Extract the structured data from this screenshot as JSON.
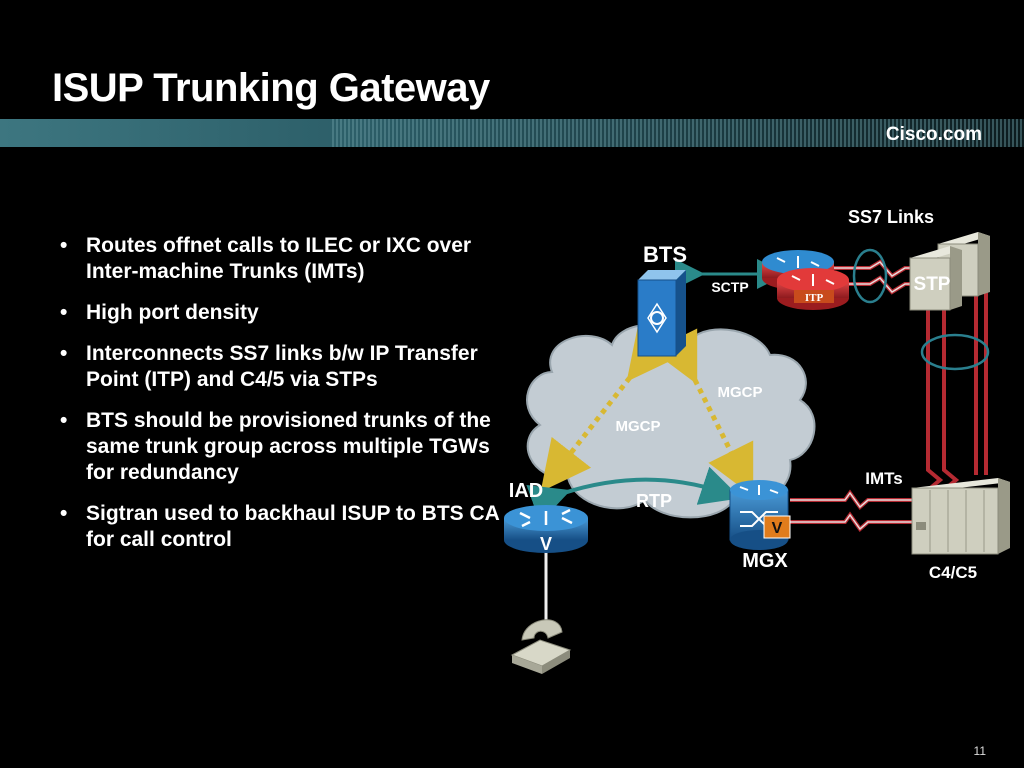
{
  "slide": {
    "title": "ISUP Trunking Gateway",
    "brand": "Cisco.com",
    "page_number": "11"
  },
  "bullets": [
    "Routes offnet calls to ILEC or IXC over Inter-machine Trunks (IMTs)",
    "High port density",
    "Interconnects SS7 links b/w IP Transfer Point (ITP) and C4/5 via STPs",
    "BTS should be provisioned trunks of the same trunk group across multiple TGWs for redundancy",
    "Sigtran used to backhaul ISUP to BTS CA for call control"
  ],
  "bullet_marker": "•",
  "diagram": {
    "labels": {
      "ss7_links": "SS7 Links",
      "bts": "BTS",
      "sctp": "SCTP",
      "itp": "ITP",
      "stp": "STP",
      "mgcp_left": "MGCP",
      "mgcp_right": "MGCP",
      "iad": "IAD",
      "rtp": "RTP",
      "mgx": "MGX",
      "imts": "IMTs",
      "c4c5": "C4/C5",
      "v_iad": "V",
      "v_mgx": "V"
    },
    "colors": {
      "cloud": "#c3ccd3",
      "router_blue": "#1f6fae",
      "itp_red": "#c0282c",
      "link_red": "#b52a32",
      "signal_yellow": "#d8b832",
      "rtp_teal": "#2a8a8a",
      "gray_box": "#c8c8b8"
    }
  }
}
